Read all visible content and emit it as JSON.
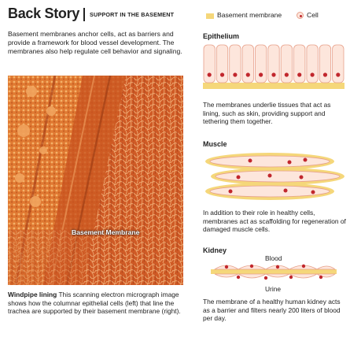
{
  "header": {
    "title": "Back Story",
    "kicker": "SUPPORT IN THE BASEMENT"
  },
  "intro": "Basement membranes anchor cells, act as barriers and provide a framework for blood vessel development. The membranes also help regulate cell behavior and signaling.",
  "photo": {
    "label": "Basement Membrane",
    "caption_lead": "Windpipe lining",
    "caption_text": " This scanning electron micrograph image shows how the columnar epithelial cells (left) that line the trachea are supported by their basement membrane (right)."
  },
  "legend": {
    "membrane": "Basement membrane",
    "cell": "Cell"
  },
  "sections": {
    "epithelium": {
      "title": "Epithelium",
      "text": "The membranes underlie tissues that act as lining, such as skin, providing support and tethering them together."
    },
    "muscle": {
      "title": "Muscle",
      "text": "In addition to their role in healthy cells, membranes act as scaffolding for regeneration of damaged muscle cells."
    },
    "kidney": {
      "title": "Kidney",
      "blood": "Blood",
      "urine": "Urine",
      "text": "The membrane of a healthy human kidney acts as a barrier and filters nearly 200 liters of blood per day."
    }
  },
  "colors": {
    "membrane": "#f5d77a",
    "cell_fill": "#fde6dc",
    "cell_outline": "#e7a08a",
    "nucleus": "#c1272d",
    "photo_base": "#d9622b"
  }
}
